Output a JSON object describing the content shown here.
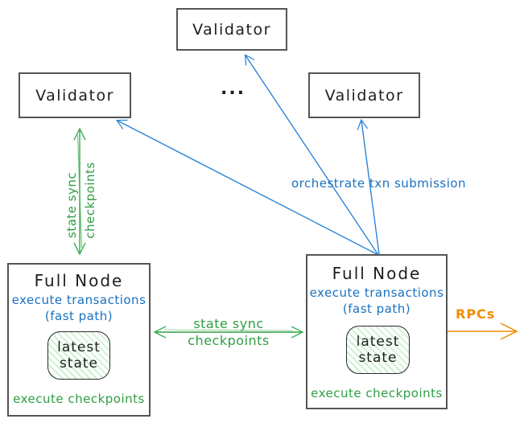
{
  "colors": {
    "blue": "#1971c2",
    "blue_arrow": "#2c84d8",
    "green_text": "#2f9e44",
    "green_arrow": "#40b057",
    "orange": "#f08c00",
    "box_border": "#555555",
    "text_black": "#1e1e1e",
    "state_fill_hatch": "#b2e8bd"
  },
  "validators": {
    "top": "Validator",
    "left": "Validator",
    "right": "Validator",
    "ellipsis": "..."
  },
  "full_nodes": {
    "left": {
      "title": "Full Node",
      "exec_txn": "execute transactions",
      "fast_path": "(fast path)",
      "state_line1": "latest",
      "state_line2": "state",
      "exec_ckpt": "execute checkpoints"
    },
    "right": {
      "title": "Full Node",
      "exec_txn": "execute transactions",
      "fast_path": "(fast path)",
      "state_line1": "latest",
      "state_line2": "state",
      "exec_ckpt": "execute checkpoints"
    }
  },
  "labels": {
    "vertical_sync_line1": "state sync",
    "vertical_sync_line2": "checkpoints",
    "middle_sync_line1": "state sync",
    "middle_sync_line2": "checkpoints",
    "orchestrate": "orchestrate txn submission",
    "rpcs": "RPCs"
  }
}
